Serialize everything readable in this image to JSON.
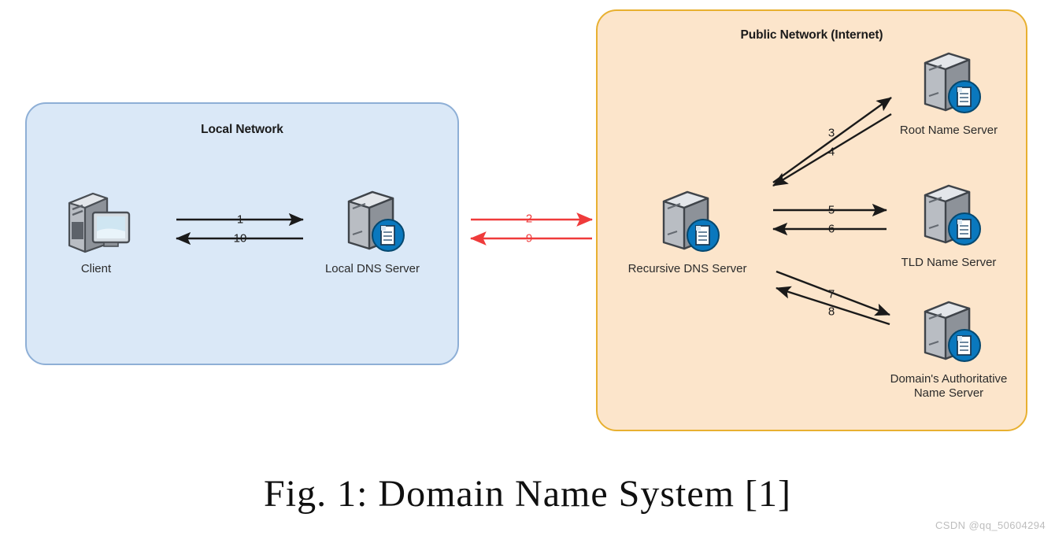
{
  "figure": {
    "caption": "Fig. 1: Domain Name System [1]",
    "watermark": "CSDN @qq_50604294"
  },
  "groups": [
    {
      "id": "local-network",
      "title": "Local Network"
    },
    {
      "id": "public-network",
      "title": "Public Network (Internet)"
    }
  ],
  "nodes": [
    {
      "id": "client",
      "label": "Client",
      "icon": "desktop-computer-icon"
    },
    {
      "id": "local-dns",
      "label": "Local DNS Server",
      "icon": "dns-server-icon"
    },
    {
      "id": "recursive-dns",
      "label": "Recursive DNS Server",
      "icon": "dns-server-icon"
    },
    {
      "id": "root-ns",
      "label": "Root Name Server",
      "icon": "dns-server-icon"
    },
    {
      "id": "tld-ns",
      "label": "TLD Name Server",
      "icon": "dns-server-icon"
    },
    {
      "id": "auth-ns",
      "label": "Domain's Authoritative\nName Server",
      "icon": "dns-server-icon"
    }
  ],
  "connections": [
    {
      "step": "1",
      "from": "client",
      "to": "local-dns",
      "color": "black",
      "direction": "right"
    },
    {
      "step": "10",
      "from": "local-dns",
      "to": "client",
      "color": "black",
      "direction": "left"
    },
    {
      "step": "2",
      "from": "local-dns",
      "to": "recursive-dns",
      "color": "red",
      "direction": "right"
    },
    {
      "step": "9",
      "from": "recursive-dns",
      "to": "local-dns",
      "color": "red",
      "direction": "left"
    },
    {
      "step": "3",
      "from": "recursive-dns",
      "to": "root-ns",
      "color": "black",
      "direction": "up-right"
    },
    {
      "step": "4",
      "from": "root-ns",
      "to": "recursive-dns",
      "color": "black",
      "direction": "down-left"
    },
    {
      "step": "5",
      "from": "recursive-dns",
      "to": "tld-ns",
      "color": "black",
      "direction": "right"
    },
    {
      "step": "6",
      "from": "tld-ns",
      "to": "recursive-dns",
      "color": "black",
      "direction": "left"
    },
    {
      "step": "7",
      "from": "auth-ns",
      "to": "recursive-dns",
      "color": "black",
      "direction": "up-left"
    },
    {
      "step": "8",
      "from": "recursive-dns",
      "to": "auth-ns",
      "color": "black",
      "direction": "down-right"
    }
  ],
  "colors": {
    "local_network_fill": "#dae8f7",
    "local_network_border": "#8eafd6",
    "public_network_fill": "#fce5cb",
    "public_network_border": "#e8b030",
    "arrow_black": "#1a1a1a",
    "arrow_red": "#ef3b3b",
    "server_body": "#c8ccd2",
    "server_badge": "#0a78be"
  }
}
